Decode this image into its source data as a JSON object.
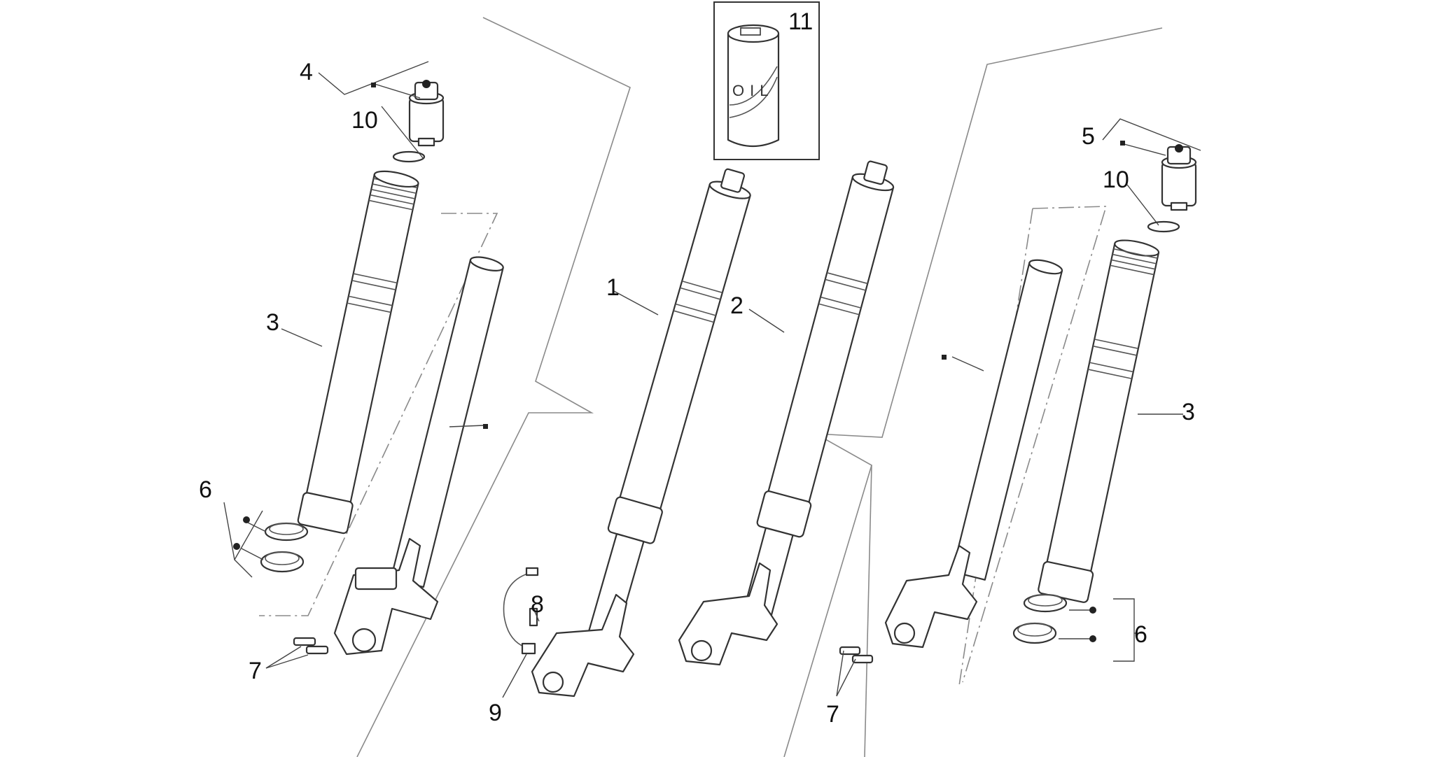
{
  "callouts": {
    "l1": "1",
    "l2": "2",
    "l3a": "3",
    "l3b": "3",
    "l4": "4",
    "l5": "5",
    "l6a": "6",
    "l6b": "6",
    "l7a": "7",
    "l7b": "7",
    "l8": "8",
    "l9": "9",
    "l10a": "10",
    "l10b": "10",
    "l11": "11"
  },
  "oil_box": {
    "can_text": "OIL"
  },
  "colors": {
    "line": "#333333",
    "guide": "#8a8a8a",
    "background": "#ffffff"
  }
}
